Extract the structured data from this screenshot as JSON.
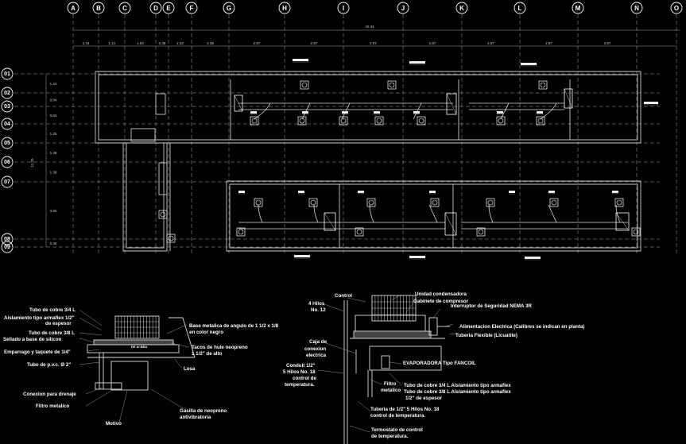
{
  "grid_columns": [
    "A",
    "B",
    "C",
    "D",
    "E",
    "F",
    "G",
    "H",
    "I",
    "J",
    "K",
    "L",
    "M",
    "N",
    "O"
  ],
  "grid_rows": [
    "01",
    "02",
    "03",
    "04",
    "05",
    "06",
    "07",
    "08",
    "09"
  ],
  "overall_dimension": "40.34",
  "column_dims": [
    "1.44",
    "1.13",
    "1.83",
    "0.38",
    "1.32",
    "2.39",
    "2.87",
    "2.87",
    "2.87",
    "2.87",
    "2.87",
    "2.87",
    "2.87"
  ],
  "row_dims": [
    "1.44",
    "0.84",
    "0.84",
    "1.35",
    "1.38",
    "1.38",
    "3.80",
    "0.30"
  ],
  "overall_height_dim": "11.20",
  "detail_left": {
    "labels": [
      "Tubo de cobre 3/4 L",
      "Aislamiento tipo armaflex 1/2\"",
      "de espesor",
      "Tubo de cobre 3/8 L",
      "Sellado a base de silicon",
      "Emparrago y taquete de 1/4\"",
      "Tubo de p.v.c. Ø 2\"",
      "Conexion para drenaje",
      "Filtro metalico",
      "Motivo",
      "Base metalica de angulo de 1 1/2 x 1/8",
      "en color negro",
      "Tacos de hule neopreno",
      "1 1/2\" de alto",
      "Losa",
      "Gasilla de neopreno",
      "antivibratoria",
      "DE Al BBA"
    ]
  },
  "detail_right": {
    "labels": [
      "Control",
      "4 Hilos",
      "No. 12",
      "Unidad condensadora",
      "Gabinete de compresor",
      "Interruptor de Seguridad NEMA 3R",
      "Alimentacion Electrica (Calibres se indican en planta)",
      "Tuberia Flexible (Licuatite)",
      "Caja de",
      "conexion",
      "electrica",
      "EVAPORADORA Tipo FANCOIL",
      "Conduit 1/2\"",
      "5 Hilos No. 18",
      "control de",
      "temperatura.",
      "Filtro",
      "metalico",
      "Tubo de cobre 3/4 L Aislamiento tipo armaflex",
      "Tubo de cobre 3/8 L Aislamiento tipo armaflex",
      "1/2\" de espesor",
      "Tuberia de 1/2\" 5 Hilos No. 18",
      "control de temperatura.",
      "Termostato de control",
      "de temperatura."
    ]
  }
}
